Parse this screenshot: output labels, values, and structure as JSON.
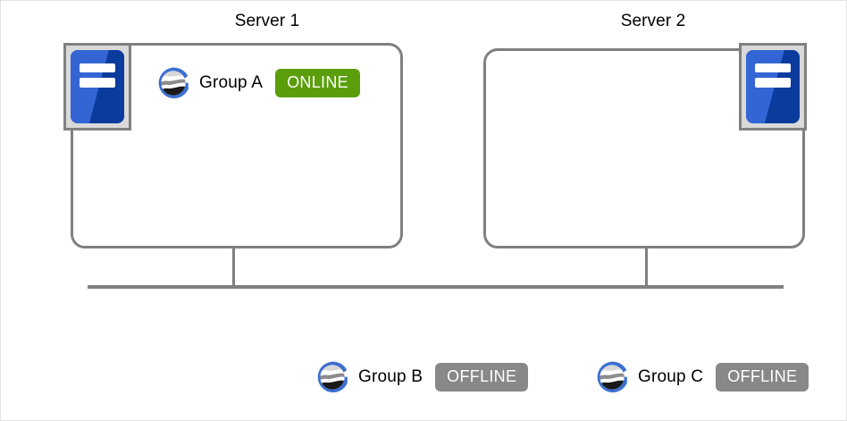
{
  "diagram": {
    "title_bar_present": false,
    "servers": [
      {
        "name": "Server 1",
        "icon": "server-rack-icon",
        "icon_position": "top-left",
        "groups": [
          {
            "label": "Group A",
            "status": "ONLINE",
            "status_color": "#5a9e0c",
            "icon": "globe-group-icon"
          }
        ]
      },
      {
        "name": "Server 2",
        "icon": "server-rack-icon",
        "icon_position": "top-right",
        "groups": []
      }
    ],
    "unassigned_groups": [
      {
        "label": "Group B",
        "status": "OFFLINE",
        "status_color": "#888888",
        "icon": "globe-group-icon"
      },
      {
        "label": "Group C",
        "status": "OFFLINE",
        "status_color": "#888888",
        "icon": "globe-group-icon"
      }
    ],
    "colors": {
      "online": "#5a9e0c",
      "offline": "#888888",
      "box_border": "#808080",
      "connector": "#808080",
      "icon_blue_light": "#3465d4",
      "icon_blue_dark": "#0b3b9c",
      "globe_ring": "#3c6fd0",
      "page_border": "#e2e2e2"
    }
  }
}
